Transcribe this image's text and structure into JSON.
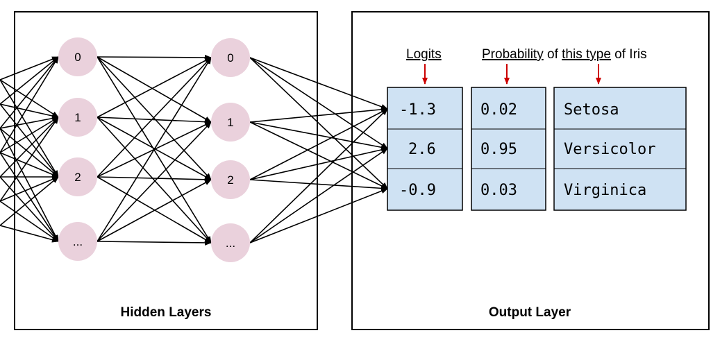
{
  "hidden_panel": {
    "label": "Hidden Layers"
  },
  "output_panel": {
    "label": "Output Layer",
    "header": {
      "logits": "Logits",
      "probability": "Probability",
      "of1": " of ",
      "this_type": "this type",
      "of2": " of Iris"
    },
    "logits": [
      "-1.3",
      "2.6",
      "-0.9"
    ],
    "probabilities": [
      "0.02",
      "0.95",
      "0.03"
    ],
    "classes": [
      "Setosa",
      "Versicolor",
      "Virginica"
    ]
  },
  "layers": [
    {
      "nodes": [
        "0",
        "1",
        "2",
        "..."
      ]
    },
    {
      "nodes": [
        "0",
        "1",
        "2",
        "..."
      ]
    }
  ],
  "colors": {
    "node_fill": "#ead1dc",
    "cell_fill": "#cfe2f3",
    "arrow_red": "#cc0000",
    "stroke": "#000000"
  }
}
